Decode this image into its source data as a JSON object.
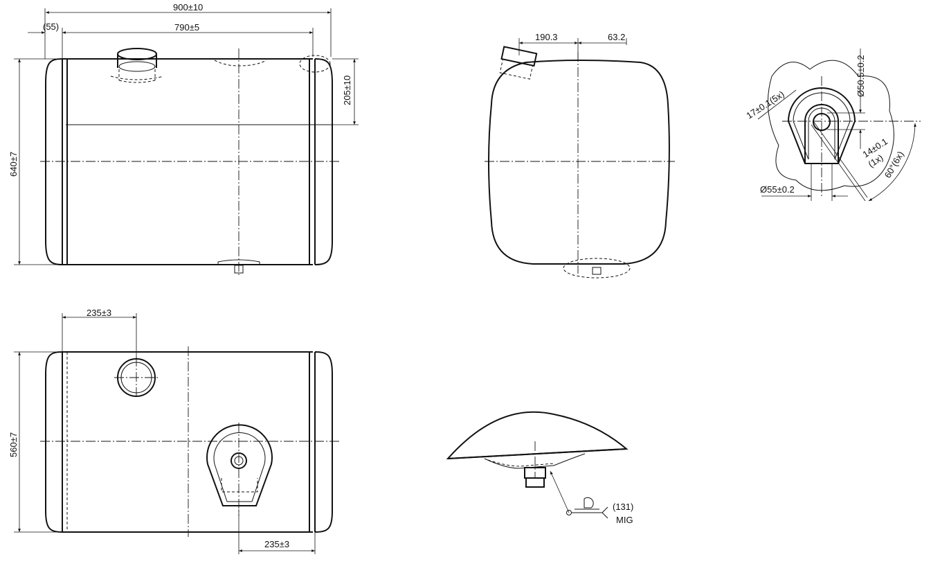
{
  "drawing": {
    "front_view": {
      "overall_length": "900±10",
      "end_offset": "(55)",
      "inner_length": "790±5",
      "height": "640±7",
      "neck_offset": "205±10"
    },
    "top_view": {
      "neck_position": "235±3",
      "width": "560±7",
      "drain_position": "235±3"
    },
    "side_view": {
      "neck_dim_a": "190.3",
      "neck_dim_b": "63.2"
    },
    "detail_view": {
      "bore_diameter": "Ø50.5±0.2",
      "spacing": "17±0.1(5x)",
      "width": "14±0.1",
      "width_count": "(1x)",
      "angle": "60°(6x)",
      "outer_diameter": "Ø55±0.2"
    },
    "weld_view": {
      "process_code": "(131)",
      "process": "MIG"
    }
  }
}
